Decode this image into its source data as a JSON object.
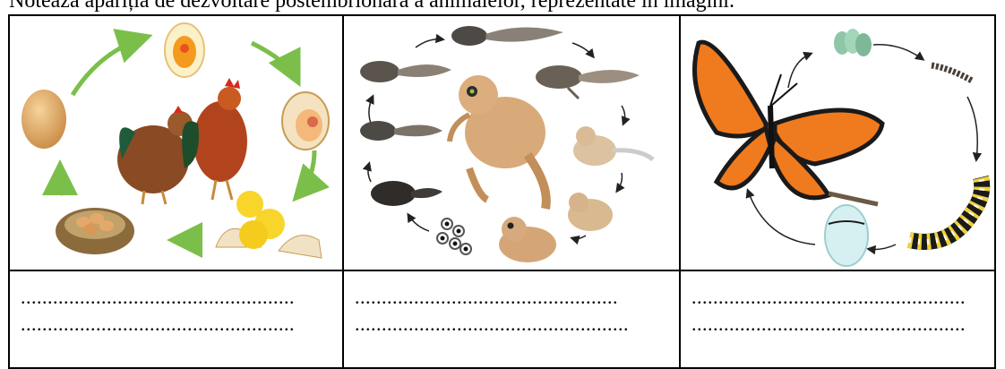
{
  "heading": "Notează apariția de dezvoltare postembrionară a animalelor, reprezentate în imagini.",
  "panels": [
    {
      "id": "hen",
      "stages": [
        "egg",
        "embryo-in-egg",
        "developing-chick",
        "hatching-chicks",
        "nest-with-eggs",
        "hen-and-rooster"
      ],
      "answer_lines": [
        "...................................................",
        "..................................................."
      ]
    },
    {
      "id": "frog",
      "stages": [
        "frog-spawn",
        "tadpole",
        "tadpole-with-legs",
        "froglet",
        "adult-frog"
      ],
      "answer_lines": [
        ".................................................",
        "..................................................."
      ]
    },
    {
      "id": "butterfly",
      "stages": [
        "eggs",
        "larva",
        "caterpillar",
        "chrysalis",
        "adult-butterfly"
      ],
      "answer_lines": [
        "...................................................",
        "..................................................."
      ]
    }
  ],
  "colors": {
    "cycle_arrow_hen": "#7bbf4a",
    "cycle_arrow_other": "#222222",
    "butterfly_wing": "#f07a1e",
    "frog_skin": "#d8a979"
  }
}
